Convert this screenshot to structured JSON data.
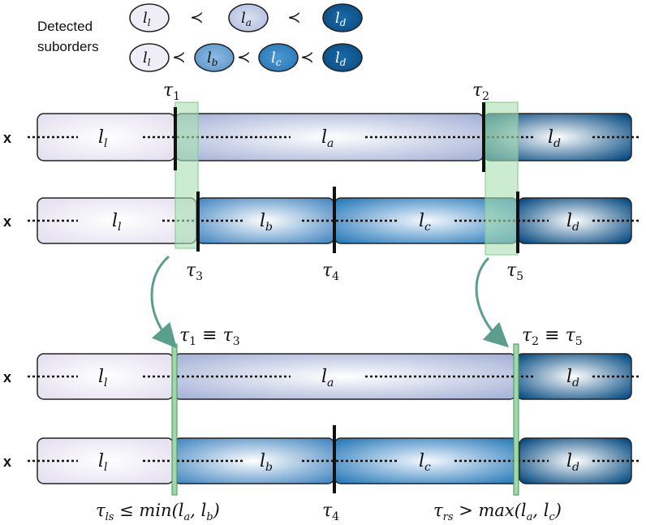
{
  "header": {
    "title_line1": "Detected",
    "title_line2": "suborders"
  },
  "labels": {
    "ll": "l",
    "ll_sub": "l",
    "la": "l",
    "la_sub": "a",
    "lb": "l",
    "lb_sub": "b",
    "lc": "l",
    "lc_sub": "c",
    "ld": "l",
    "ld_sub": "d",
    "prec": "≺"
  },
  "axis": {
    "x": "x"
  },
  "tau": {
    "t1": "τ",
    "t1_sub": "1",
    "t2": "τ",
    "t2_sub": "2",
    "t3": "τ",
    "t3_sub": "3",
    "t4": "τ",
    "t4_sub": "4",
    "t5": "τ",
    "t5_sub": "5",
    "t13": "τ",
    "t13_sub1": "1",
    "t13_eq": " ≡ ",
    "t13_b": "τ",
    "t13_sub2": "3",
    "t25": "τ",
    "t25_sub1": "2",
    "t25_eq": " ≡ ",
    "t25_b": "τ",
    "t25_sub2": "5",
    "tls": "τ",
    "tls_sub": "ls",
    "tls_rest": " ≤ min(l",
    "tls_a": "a",
    "tls_comma": ", l",
    "tls_b": "b",
    "tls_close": ")",
    "trs": "τ",
    "trs_sub": "rs",
    "trs_rest": " > max(l",
    "trs_a": "a",
    "trs_comma": ", l",
    "trs_c": "c",
    "trs_close": ")"
  },
  "colors": {
    "ll": "#ece9f4",
    "la_edge": "#a6b3d6",
    "lb_edge": "#4e8fc7",
    "lc_edge": "#2e7fbd",
    "ld_edge": "#0b4f85",
    "window": "#a9dfb0",
    "arrow": "#5c9e8c"
  }
}
